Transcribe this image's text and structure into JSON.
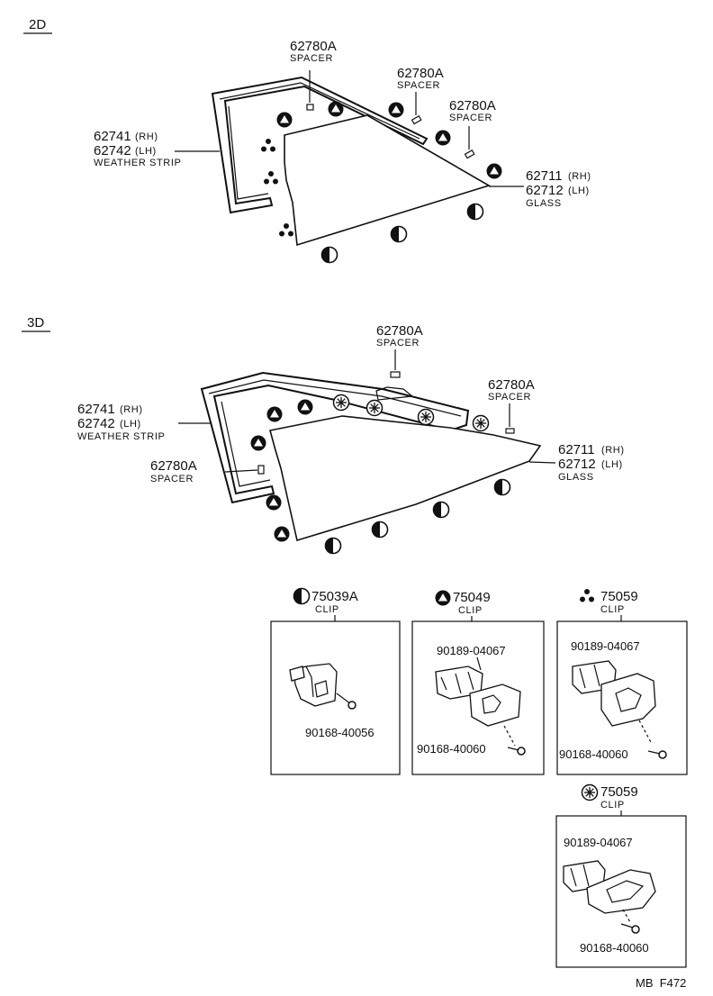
{
  "sections": {
    "d2": "2D",
    "d3": "3D"
  },
  "labels": {
    "spacer_code": "62780A",
    "spacer": "SPACER",
    "ws_rh": "62741",
    "ws_lh": "62742",
    "rh": "(RH)",
    "lh": "(LH)",
    "weather_strip": "WEATHER STRIP",
    "glass_rh": "62711",
    "glass_lh": "62712",
    "glass": "GLASS"
  },
  "clips": {
    "c1": {
      "code": "75039A",
      "name": "CLIP",
      "screw": "90168-40056",
      "symbol": "half-circle-icon"
    },
    "c2": {
      "code": "75049",
      "name": "CLIP",
      "part": "90189-04067",
      "screw": "90168-40060",
      "symbol": "triangle-icon"
    },
    "c3": {
      "code": "75059",
      "name": "CLIP",
      "part": "90189-04067",
      "screw": "90168-40060",
      "symbol": "three-dot-icon"
    },
    "c4": {
      "code": "75059",
      "name": "CLIP",
      "part": "90189-04067",
      "screw": "90168-40060",
      "symbol": "asterisk-icon"
    }
  },
  "footer": "MB  F472"
}
